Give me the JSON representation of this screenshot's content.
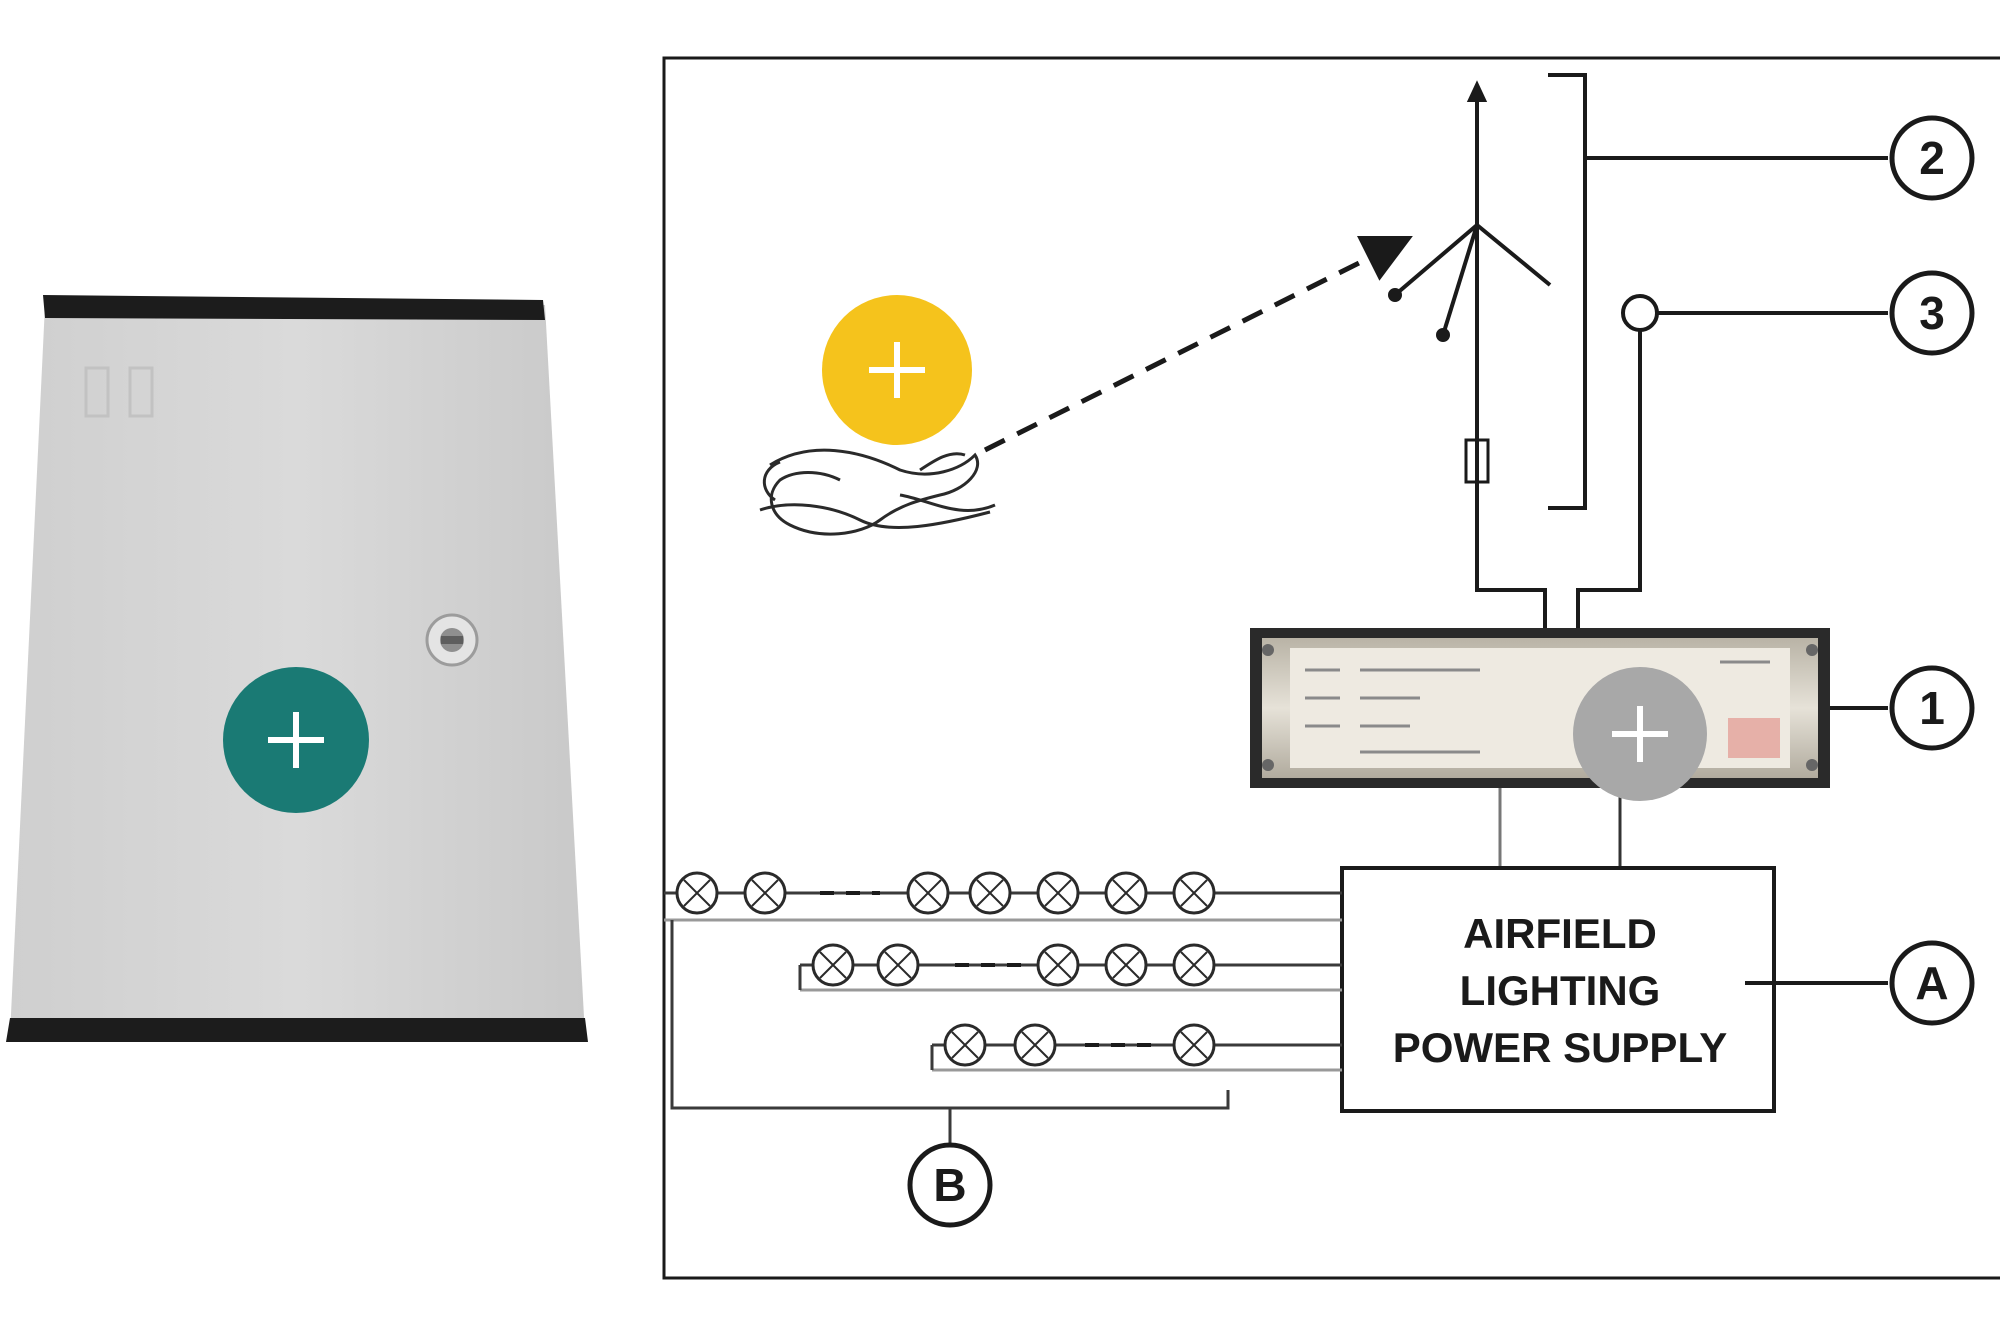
{
  "diagram": {
    "psu_label": {
      "line1": "AIRFIELD",
      "line2": "LIGHTING",
      "line3": "POWER SUPPLY"
    },
    "callouts": {
      "c1": "1",
      "c2": "2",
      "c3": "3",
      "cA": "A",
      "cB": "B"
    }
  },
  "hotspots": [
    {
      "name": "hotspot-cabinet",
      "color": "#1a7a74"
    },
    {
      "name": "hotspot-aircraft",
      "color": "#f5c31c"
    },
    {
      "name": "hotspot-controller",
      "color": "#a8a8a8"
    }
  ],
  "colors": {
    "line": "#1a1a1a",
    "cabinet_body": "#d6d6d6",
    "cabinet_trim": "#1c1c1c"
  }
}
